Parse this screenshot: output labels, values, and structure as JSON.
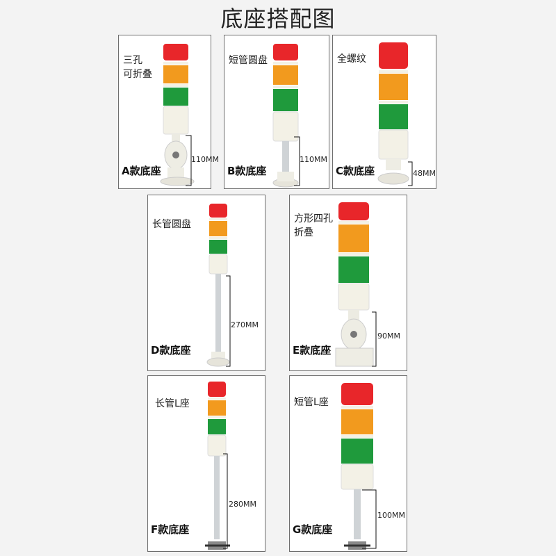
{
  "title": "底座搭配图",
  "colors": {
    "red": "#e8262a",
    "orange": "#f29a1e",
    "green": "#1f9a3c",
    "body": "#f3f1e6",
    "pole": "#cfd3d6",
    "bracket": "#111111"
  },
  "cards": [
    {
      "id": "A",
      "desc": "三孔\n可折叠",
      "model": "A款底座",
      "dim": "110MM"
    },
    {
      "id": "B",
      "desc": "短管圆盘",
      "model": "B款底座",
      "dim": "110MM"
    },
    {
      "id": "C",
      "desc": "全螺纹",
      "model": "C款底座",
      "dim": "48MM"
    },
    {
      "id": "D",
      "desc": "长管圆盘",
      "model": "D款底座",
      "dim": "270MM"
    },
    {
      "id": "E",
      "desc": "方形四孔\n折叠",
      "model": "E款底座",
      "dim": "90MM"
    },
    {
      "id": "F",
      "desc": "长管L座",
      "model": "F款底座",
      "dim": "280MM"
    },
    {
      "id": "G",
      "desc": "短管L座",
      "model": "G款底座",
      "dim": "100MM"
    }
  ]
}
